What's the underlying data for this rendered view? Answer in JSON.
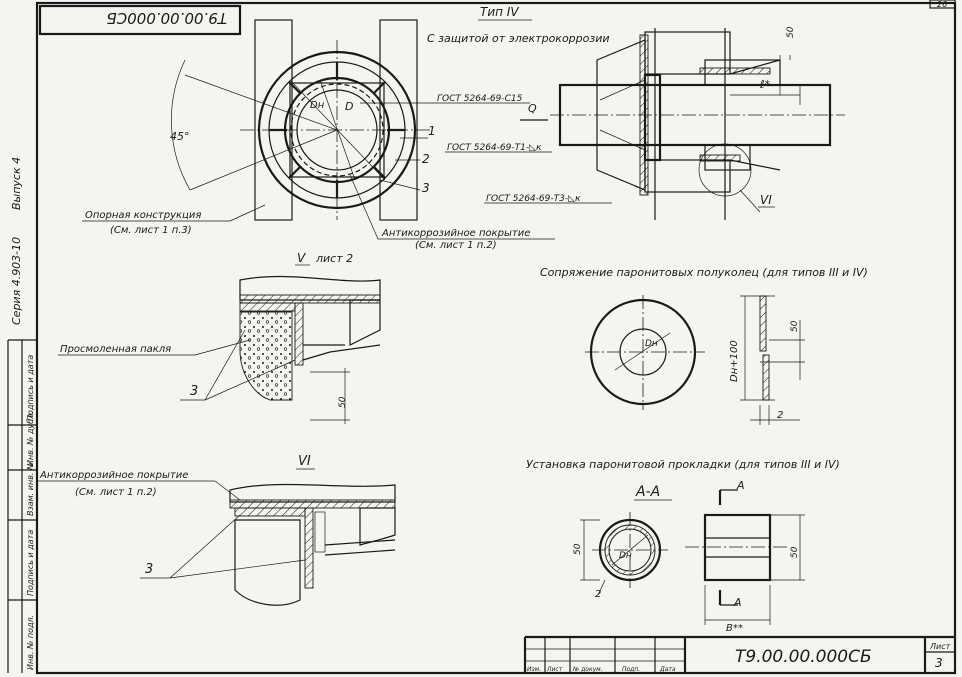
{
  "stamp": {
    "code_top": "Т9.00.00.000СБ",
    "code_main": "Т9.00.00.000СБ",
    "sheet_label": "Лист",
    "sheet_number": "3",
    "page_number": "26"
  },
  "side_column": {
    "series": "Серия 4.903-10",
    "issue": "Выпуск 4"
  },
  "left_strip": [
    "Инв. № подл.",
    "Подпись и дата",
    "Взам. инв. №",
    "Инв. № дубл.",
    "Подпись и дата"
  ],
  "title_block_labels": [
    "Изм.",
    "Лист",
    "№ докум.",
    "Подп.",
    "Дата"
  ],
  "main_view": {
    "type_label": "Тип IV",
    "subtitle": "С защитой от электрокоррозии",
    "gost_1": "ГОСТ 5264-69-С15",
    "gost_2": "ГОСТ 5264-69-Т1-◺к",
    "gost_3": "ГОСТ 5264-69-Т3-◺к",
    "callouts": [
      "1",
      "2",
      "3"
    ],
    "angle": "45°",
    "d_outer": "Dн",
    "d_inner": "D",
    "support": "Опорная конструкция",
    "support_ref": "(См. лист 1 п.3)",
    "coating": "Антикоррозийное покрытие",
    "coating_ref": "(См. лист 1 п.2)",
    "flow": "Q",
    "dim_50": "50",
    "dim_l": "ℓ*",
    "view_vi": "VI"
  },
  "detail_v": {
    "title": "V",
    "sheet_ref": "лист 2",
    "label": "Просмоленная пакля",
    "callout": "3",
    "dim": "50"
  },
  "detail_vi": {
    "title": "VI",
    "label": "Антикоррозийное покрытие",
    "label_ref": "(См. лист 1 п.2)",
    "callout": "3"
  },
  "ring_joint": {
    "title": "Сопряжение паронитовых полуколец (для типов III и IV)",
    "d": "Dн",
    "dim_dn": "Dн+100",
    "dim_50": "50",
    "dim_2": "2"
  },
  "gasket": {
    "title": "Установка паронитовой прокладки (для типов III и IV)",
    "section": "А-А",
    "arrow": "А",
    "dim_50a": "50",
    "dim_50b": "50",
    "dim_2": "2",
    "d": "Dн",
    "dim_b": "В**"
  }
}
